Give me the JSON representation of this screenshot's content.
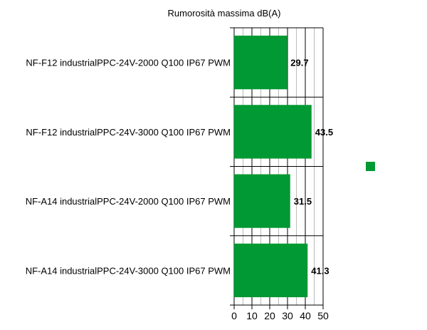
{
  "chart_data": {
    "type": "bar",
    "orientation": "horizontal",
    "title": "Rumorosità massima dB(A)",
    "categories": [
      "NF-F12 industrialPPC-24V-2000 Q100 IP67 PWM",
      "NF-F12 industrialPPC-24V-3000 Q100 IP67 PWM",
      "NF-A14 industrialPPC-24V-2000 Q100 IP67 PWM",
      "NF-A14 industrialPPC-24V-3000 Q100 IP67 PWM"
    ],
    "values": [
      29.7,
      43.5,
      31.5,
      41.3
    ],
    "value_labels": [
      "29.7",
      "43.5",
      "31.5",
      "41.3"
    ],
    "xlim": [
      0,
      50
    ],
    "xticks": [
      0,
      10,
      20,
      30,
      40,
      50
    ],
    "xtick_labels": [
      "0",
      "10",
      "20",
      "30",
      "40",
      "50"
    ],
    "minor_grid_step": 5,
    "grid": true,
    "legend": {
      "placement": "right",
      "entries": [
        ""
      ]
    },
    "color": "#009933"
  }
}
